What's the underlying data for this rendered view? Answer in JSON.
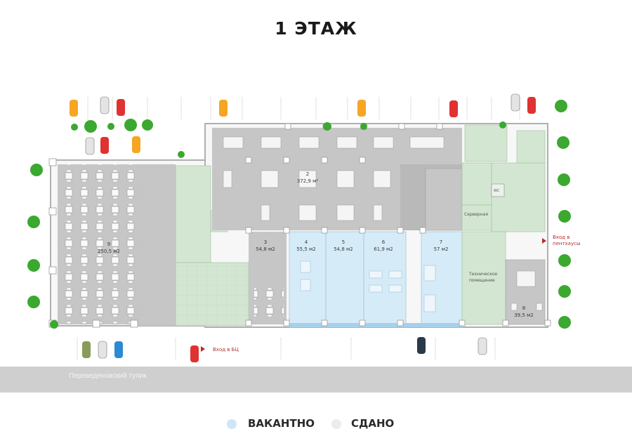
{
  "title": "1 ЭТАЖ",
  "street": "Переведеновский тупик",
  "entrances": {
    "bc": "Вход в БЦ",
    "penthouse_1": "Вход в",
    "penthouse_2": "пентхаусы"
  },
  "labels": {
    "server": "Серверная",
    "tech_1": "Техническое",
    "tech_2": "помещение",
    "wc": "WC"
  },
  "colors": {
    "vacant": "#d6ebf8",
    "rented": "#c6c6c6",
    "green": "#d3e6d1",
    "wall": "#f7f7f7",
    "title": "#1a1a1a"
  },
  "legend": [
    {
      "label": "ВАКАНТНО",
      "color": "#cfe6f8"
    },
    {
      "label": "СДАНО",
      "color": "#ececec"
    }
  ],
  "units": [
    {
      "num": "9",
      "area": "250,5 м2",
      "status": "rented"
    },
    {
      "num": "2",
      "area": "372,9 м²",
      "status": "rented"
    },
    {
      "num": "3",
      "area": "54,8 м2",
      "status": "rented"
    },
    {
      "num": "4",
      "area": "55,5 м2",
      "status": "vacant"
    },
    {
      "num": "5",
      "area": "54,8 м2",
      "status": "vacant"
    },
    {
      "num": "6",
      "area": "61,9 м2",
      "status": "vacant"
    },
    {
      "num": "7",
      "area": "57 м2",
      "status": "vacant"
    },
    {
      "num": "8",
      "area": "39,5 м2",
      "status": "rented"
    }
  ]
}
